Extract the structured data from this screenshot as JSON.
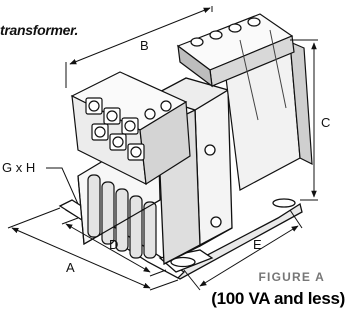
{
  "caption": {
    "top_text": "transformer.",
    "figure_title": "FIGURE A",
    "figure_subtitle": "(100 VA and less)"
  },
  "dimensions": {
    "A": "A",
    "B": "B",
    "C": "C",
    "D": "D",
    "E": "E",
    "GxH": "G x H"
  }
}
